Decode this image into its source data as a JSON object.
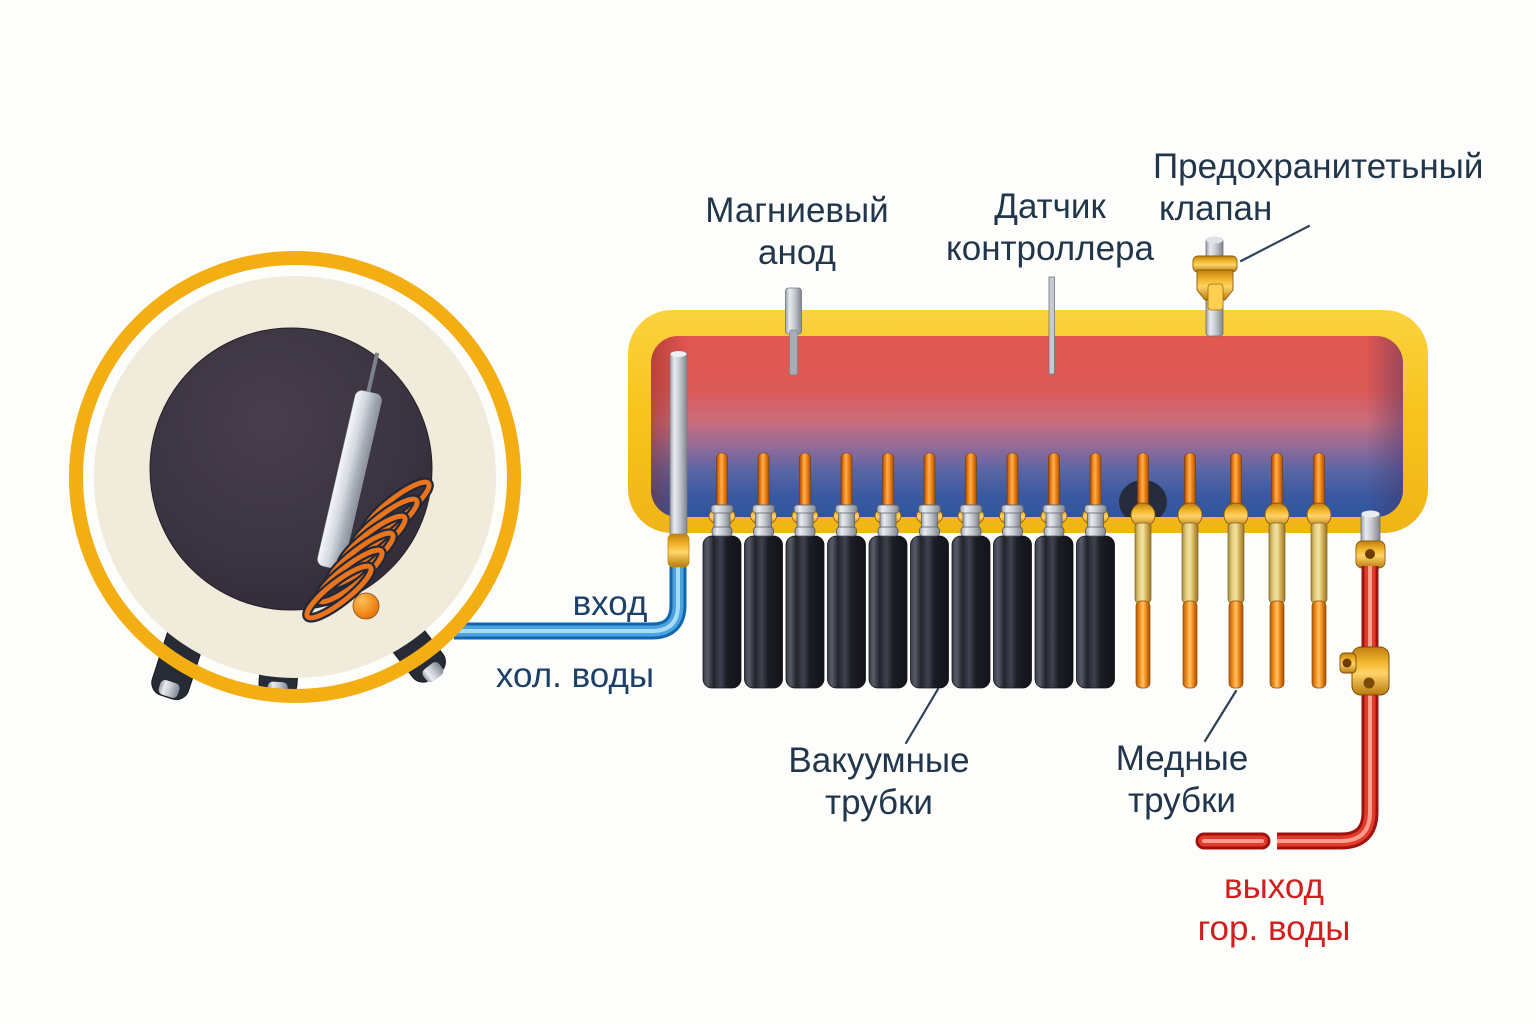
{
  "diagram": {
    "title_hint": "solar water heater tank cutaway",
    "labels": {
      "magnesium_anode": {
        "line1": "Магниевый",
        "line2": "анод"
      },
      "controller_sensor": {
        "line1": "Датчик",
        "line2": "контроллера"
      },
      "safety_valve": {
        "line1": "Предохранитетьный",
        "line2": "клапан"
      },
      "cold_inlet": {
        "line1": "вход",
        "line2": "хол. воды"
      },
      "vacuum_tubes": {
        "line1": "Вакуумные",
        "line2": "трубки"
      },
      "copper_tubes": {
        "line1": "Медные",
        "line2": "трубки"
      },
      "hot_outlet": {
        "line1": "выход",
        "line2": "гор. воды"
      }
    },
    "counts": {
      "vacuum_tubes": 10,
      "copper_tubes": 5
    },
    "colors": {
      "label_dark": "#22364b",
      "label_blue": "#1d4068",
      "label_red": "#d01f1c",
      "shell_yellow": "#f7c41d",
      "ring_yellow": "#f2ae12",
      "tank_hot": "#e25750",
      "tank_cold": "#2f55a0",
      "pipe_blue": "#4aa3de",
      "pipe_red": "#e23b29",
      "copper_orange": "#ef8c1a",
      "vacuum_tube_dark": "#23242e",
      "cream_ring": "#f1ebdb"
    }
  }
}
